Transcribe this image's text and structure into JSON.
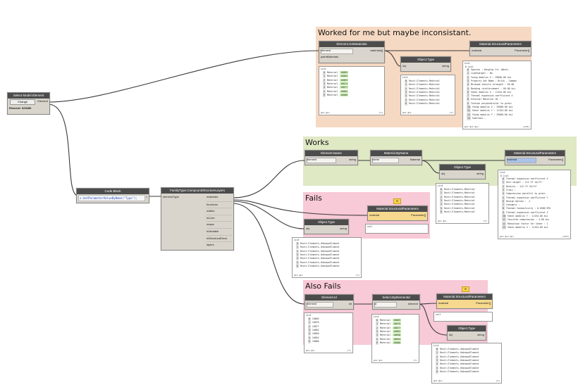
{
  "groups": {
    "g1": {
      "title": "Worked for me but maybe inconsistant.",
      "color": "#f6d9c2"
    },
    "g2": {
      "title": "Works",
      "color": "#dfe9c4"
    },
    "g3": {
      "title": "Fails",
      "color": "#f8c9d7"
    },
    "g4": {
      "title": "Also Fails",
      "color": "#f8c9d7"
    }
  },
  "nodes": {
    "select": {
      "title": "Select Model Element",
      "button": "Change",
      "out": "Element",
      "info": "Element: 323280"
    },
    "codeblock": {
      "title": "Code Block",
      "code": "x.GetParameterValueByName(\"Type\");",
      "out": ">"
    },
    "family": {
      "title": "FamilyType.CompoundStructureLayers",
      "in": "elementType",
      "outs": [
        "materials",
        "functions",
        "widths",
        "isCore",
        "wraps",
        "isVariable",
        "isStructuralDeck",
        "layers"
      ]
    },
    "getmat": {
      "title": "Element.GetMaterials",
      "ins": [
        "element",
        "paintMaterials"
      ],
      "out": "materials[]"
    },
    "otype1": {
      "title": "Object.Type",
      "in": "obj",
      "out": "string"
    },
    "msp1": {
      "title": "Material.StructuralParameters",
      "in": "material",
      "out": "Parameter[]"
    },
    "ename": {
      "title": "Element.Name",
      "in": "element",
      "out": "string"
    },
    "mbyname": {
      "title": "Material.ByName",
      "in": "name",
      "out": "Material"
    },
    "otype2": {
      "title": "Object.Type",
      "in": "obj",
      "out": "string"
    },
    "msp2": {
      "title": "Material.StructuralParameters",
      "in": "material",
      "out": "Parameter[]"
    },
    "msp3": {
      "title": "Material.StructuralParameters",
      "in": "material",
      "out": "Parameter[]"
    },
    "otype3": {
      "title": "Object.Type",
      "in": "obj",
      "out": "string"
    },
    "eid": {
      "title": "Element.Id",
      "in": "element",
      "out": "int"
    },
    "sbyid": {
      "title": "Select.ByElementId",
      "in": "id",
      "out": "element"
    },
    "msp4": {
      "title": "Material.StructuralParameters",
      "in": "material",
      "out": "Parameter[]"
    },
    "otype4": {
      "title": "Object.Type",
      "in": "obj",
      "out": "string"
    }
  },
  "previews": {
    "p_getmat": {
      "head": "List",
      "rows": [
        [
          "0",
          "Material",
          "10065"
        ],
        [
          "1",
          "Material",
          "10064"
        ],
        [
          "2",
          "Material",
          "10063"
        ],
        [
          "3",
          "Material",
          "10074"
        ],
        [
          "4",
          "Material",
          "10077"
        ],
        [
          "5",
          "Material",
          "10082"
        ],
        [
          "6",
          "Material",
          "10086"
        ]
      ],
      "foot": "@L2 @L1"
    },
    "p_ot1": {
      "head": "List",
      "rows": [
        [
          "0",
          "Revit.Elements.Material",
          ""
        ],
        [
          "1",
          "Revit.Elements.Material",
          ""
        ],
        [
          "2",
          "Revit.Elements.Material",
          ""
        ],
        [
          "3",
          "Revit.Elements.Material",
          ""
        ],
        [
          "4",
          "Revit.Elements.Material",
          ""
        ],
        [
          "5",
          "Revit.Elements.Material",
          ""
        ],
        [
          "6",
          "Revit.Elements.Material",
          ""
        ]
      ],
      "foot": "@L2 @L1"
    },
    "p_msp1": {
      "head": "List",
      "sub": "0 List",
      "rows": [
        [
          "0",
          "Species : Douglas Fir (West)",
          ""
        ],
        [
          "1",
          "Lightweight : No",
          ""
        ],
        [
          "2",
          "Young modulus X : 29000.00 ksi",
          ""
        ],
        [
          "3",
          "Property Set Name : Brick - Common",
          ""
        ],
        [
          "4",
          "Minimum tensile strength : 65.00",
          ""
        ],
        [
          "5",
          "Bending reinforcement : 60.00 ksi",
          ""
        ],
        [
          "6",
          "Shear modulus X : 11154.00 ksi",
          ""
        ],
        [
          "7",
          "Thermal expansion coefficient X",
          ""
        ],
        [
          "8",
          "External Material ID :",
          ""
        ],
        [
          "9",
          "Tension perpendicular to grain",
          ""
        ],
        [
          "10",
          "Young modulus Z : 29000.00 ksi",
          ""
        ],
        [
          "11",
          "Shear modulus Y : 11154.00 ksi",
          ""
        ],
        [
          "12",
          "Young modulus Y : 29000.00 ksi",
          ""
        ],
        [
          "13",
          "Subclass :",
          ""
        ]
      ],
      "foot": "@L3 @L2 @L1",
      "count": "{270}"
    },
    "p_ot2": {
      "head": "List",
      "rows": [
        [
          "0",
          "Revit.Elements.Material",
          ""
        ],
        [
          "1",
          "Revit.Elements.Material",
          ""
        ],
        [
          "2",
          "Revit.Elements.Material",
          ""
        ],
        [
          "3",
          "Revit.Elements.Material",
          ""
        ],
        [
          "4",
          "Revit.Elements.Material",
          ""
        ],
        [
          "5",
          "Revit.Elements.Material",
          ""
        ],
        [
          "6",
          "Revit.Elements.Material",
          ""
        ]
      ],
      "foot": "@L2 @L1"
    },
    "p_msp2": {
      "head": "List",
      "sub": "0 List",
      "rows": [
        [
          "0",
          "Thermal expansion coefficient X",
          ""
        ],
        [
          "1",
          "Unit weight : 112.73 lb/ft³",
          ""
        ],
        [
          "2",
          "Density : 112.73 lb/ft³",
          ""
        ],
        [
          "3",
          "Class :",
          ""
        ],
        [
          "4",
          "Compression parallel to grain",
          ""
        ],
        [
          "5",
          "Thermal expansion coefficient Y",
          ""
        ],
        [
          "6",
          "Design Option : -1",
          ""
        ],
        [
          "7",
          "Category :",
          ""
        ],
        [
          "8",
          "Thermal Conductivity : 0.0360 BTU",
          ""
        ],
        [
          "9",
          "Thermal expansion coefficient Z",
          ""
        ],
        [
          "10",
          "Shear modulus Y : 11154.00 ksi",
          ""
        ],
        [
          "11",
          "Concrete compression : 4.00 ksi",
          ""
        ],
        [
          "12",
          "Reduction factor for shear : 1",
          ""
        ],
        [
          "13",
          "Shear modulus X : 11154.00 ksi",
          ""
        ]
      ],
      "foot": "@L3 @L2 @L1",
      "count": "{270}"
    },
    "p_msp3": {
      "head": "null"
    },
    "p_ot3": {
      "head": "List",
      "rows": [
        [
          "0",
          "Revit.Elements.UnknownElement",
          ""
        ],
        [
          "1",
          "Revit.Elements.UnknownElement",
          ""
        ],
        [
          "2",
          "Revit.Elements.UnknownElement",
          ""
        ],
        [
          "3",
          "Revit.Elements.UnknownElement",
          ""
        ],
        [
          "4",
          "Revit.Elements.UnknownElement",
          ""
        ],
        [
          "5",
          "Revit.Elements.UnknownElement",
          ""
        ],
        [
          "6",
          "Revit.Elements.UnknownElement",
          ""
        ]
      ],
      "foot": "@L2 @L1"
    },
    "p_eid": {
      "head": "List",
      "rows": [
        [
          "0",
          "10065",
          ""
        ],
        [
          "1",
          "10070",
          ""
        ],
        [
          "2",
          "10077",
          ""
        ],
        [
          "3",
          "10082",
          ""
        ],
        [
          "4",
          "10058",
          ""
        ],
        [
          "5",
          "10054",
          ""
        ],
        [
          "6",
          "10086",
          ""
        ]
      ],
      "foot": "@L2 @L1"
    },
    "p_sbyid": {
      "head": "List",
      "rows": [
        [
          "0",
          "Material",
          "10065"
        ],
        [
          "1",
          "Material",
          "10070"
        ],
        [
          "2",
          "Material",
          "10077"
        ],
        [
          "3",
          "Material",
          "10082"
        ],
        [
          "4",
          "Material",
          "10058"
        ],
        [
          "5",
          "Material",
          "10054"
        ],
        [
          "6",
          "Material",
          "10086"
        ]
      ],
      "foot": "@L2 @L1"
    },
    "p_msp4": {
      "head": "null"
    },
    "p_ot4": {
      "head": "List",
      "rows": [
        [
          "0",
          "Revit.Elements.UnknownElement",
          ""
        ],
        [
          "1",
          "Revit.Elements.UnknownElement",
          ""
        ],
        [
          "2",
          "Revit.Elements.UnknownElement",
          ""
        ],
        [
          "3",
          "Revit.Elements.UnknownElement",
          ""
        ],
        [
          "4",
          "Revit.Elements.UnknownElement",
          ""
        ],
        [
          "5",
          "Revit.Elements.UnknownElement",
          ""
        ],
        [
          "6",
          "Revit.Elements.UnknownElement",
          ""
        ]
      ],
      "foot": "@L2 @L1"
    }
  },
  "warn_glyph": "!!!",
  "colors": {
    "wire": "#3a3a3a",
    "node_head": "#4c4c4c",
    "node_body": "#d9d5cc",
    "highlight": "#c8efb0"
  }
}
